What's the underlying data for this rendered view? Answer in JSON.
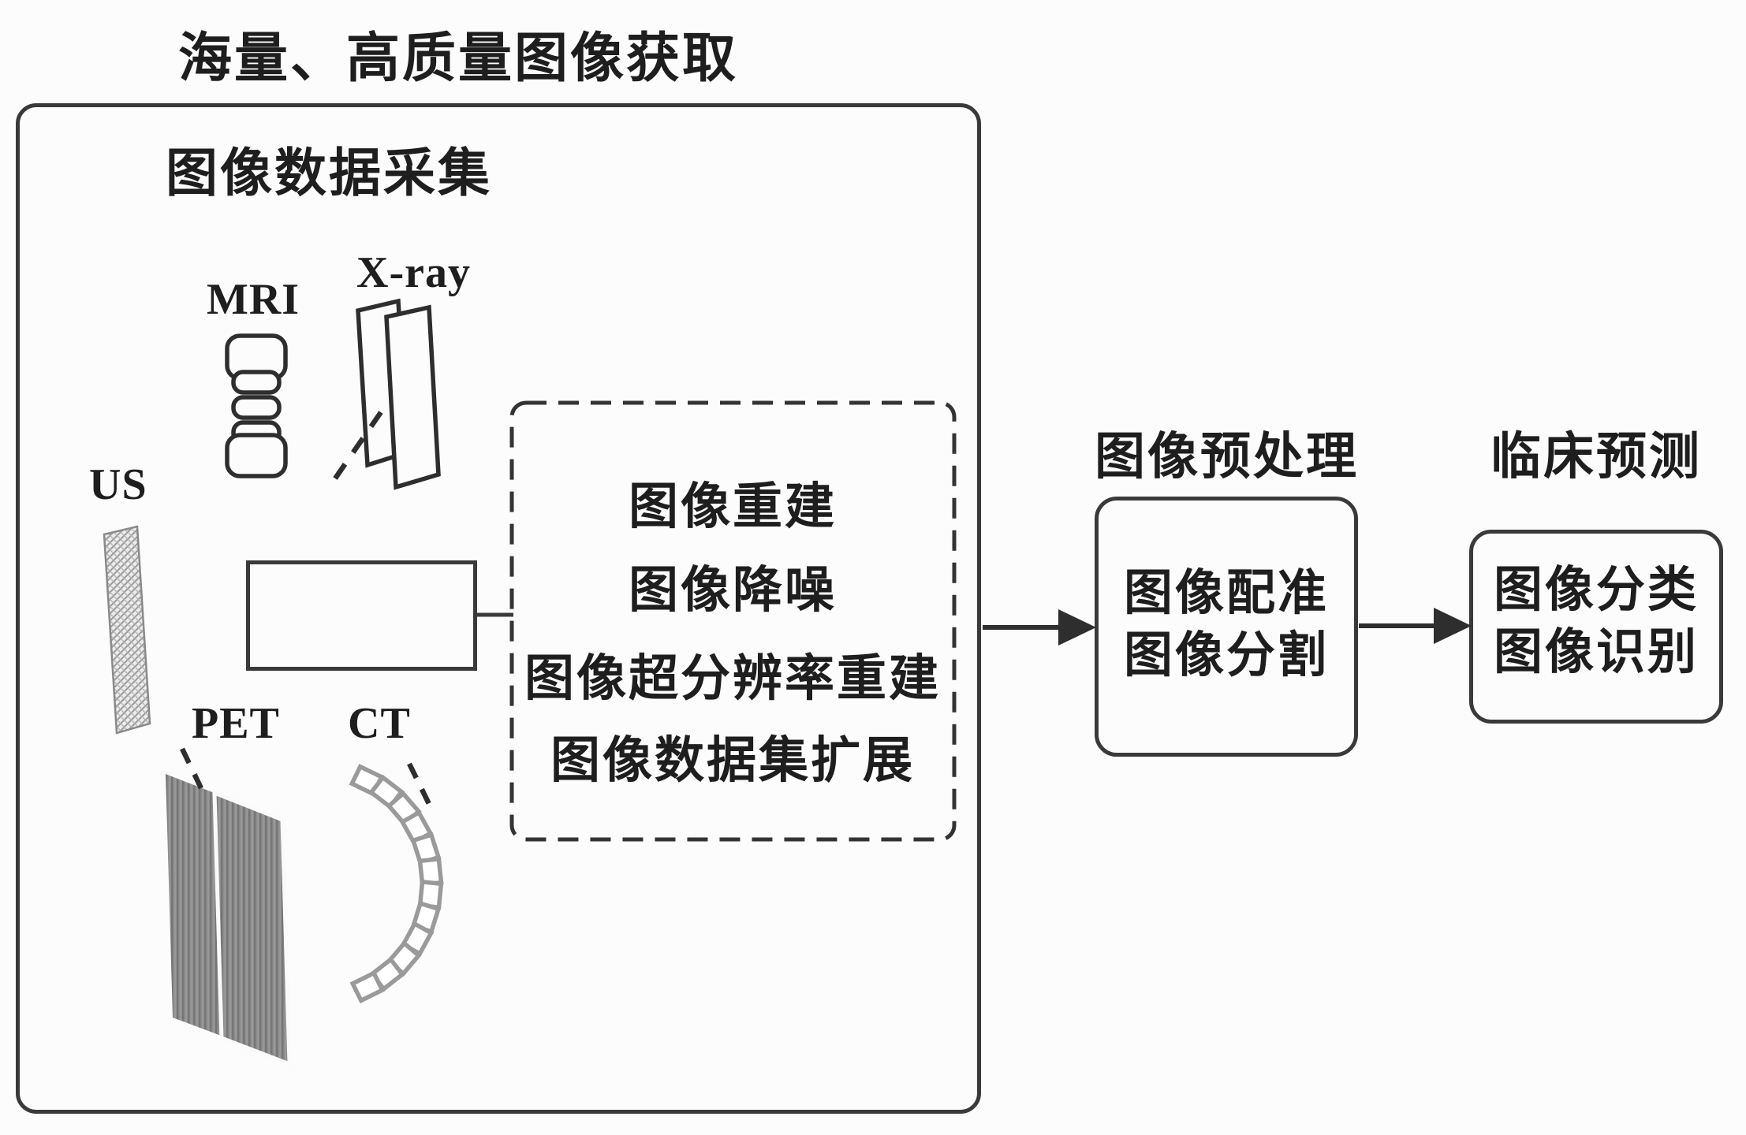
{
  "top_title": "海量、高质量图像获取",
  "acquisition": {
    "label": "图像数据采集",
    "modalities": [
      {
        "id": "mri",
        "label": "MRI"
      },
      {
        "id": "xray",
        "label": "X-ray"
      },
      {
        "id": "us",
        "label": "US"
      },
      {
        "id": "pet",
        "label": "PET"
      },
      {
        "id": "ct",
        "label": "CT"
      }
    ],
    "processing_list": {
      "items": [
        "图像重建",
        "图像降噪",
        "图像超分辨率重建",
        "图像数据集扩展"
      ]
    }
  },
  "preprocessing": {
    "title": "图像预处理",
    "items": [
      "图像配准",
      "图像分割"
    ]
  },
  "clinical": {
    "title": "临床预测",
    "items": [
      "图像分类",
      "图像识别"
    ]
  },
  "colors": {
    "ink": "#1e1e1e",
    "line": "#3a3a3a",
    "icon_gray": "#8e8e8e",
    "ct_gray": "#9a9a9a",
    "background": "#fcfcfc"
  }
}
